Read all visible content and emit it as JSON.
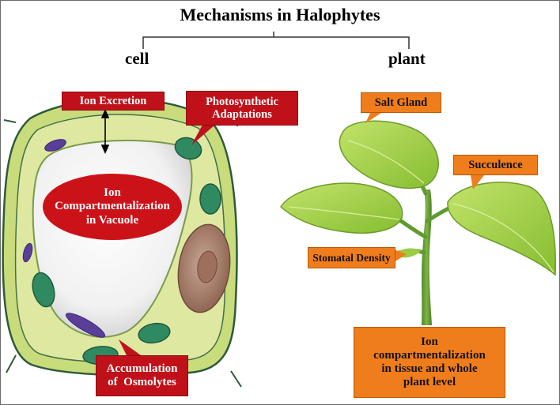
{
  "title": "Mechanisms in Halophytes",
  "branches": {
    "cell": "cell",
    "plant": "plant"
  },
  "cell_labels": {
    "ion_excretion": "Ion Excretion",
    "photosynthetic_line1": "Photosynthetic",
    "photosynthetic_line2": "Adaptations",
    "vacuole_line1": "Ion",
    "vacuole_line2": "Compartmentalization",
    "vacuole_line3": "in Vacuole",
    "osmolytes_line1": "Accumulation",
    "osmolytes_line2": "of  Osmolytes"
  },
  "plant_labels": {
    "salt_gland": "Salt Gland",
    "succulence": "Succulence",
    "stomatal_density": "Stomatal Density",
    "tissue_line1": "Ion",
    "tissue_line2": "compartmentalization",
    "tissue_line3": "in tissue and whole",
    "tissue_line4": "plant level"
  },
  "colors": {
    "cell_label_red": "#c0111a",
    "plant_label_orange": "#f07d1b",
    "cytoplasm": "#dfe8a0",
    "cell_wall": "#c9dc7c",
    "chloroplast": "#2f8a62",
    "vacuole": "#f2f2f2",
    "nucleus": "#a57d69",
    "leaf": "#a5d44b"
  }
}
